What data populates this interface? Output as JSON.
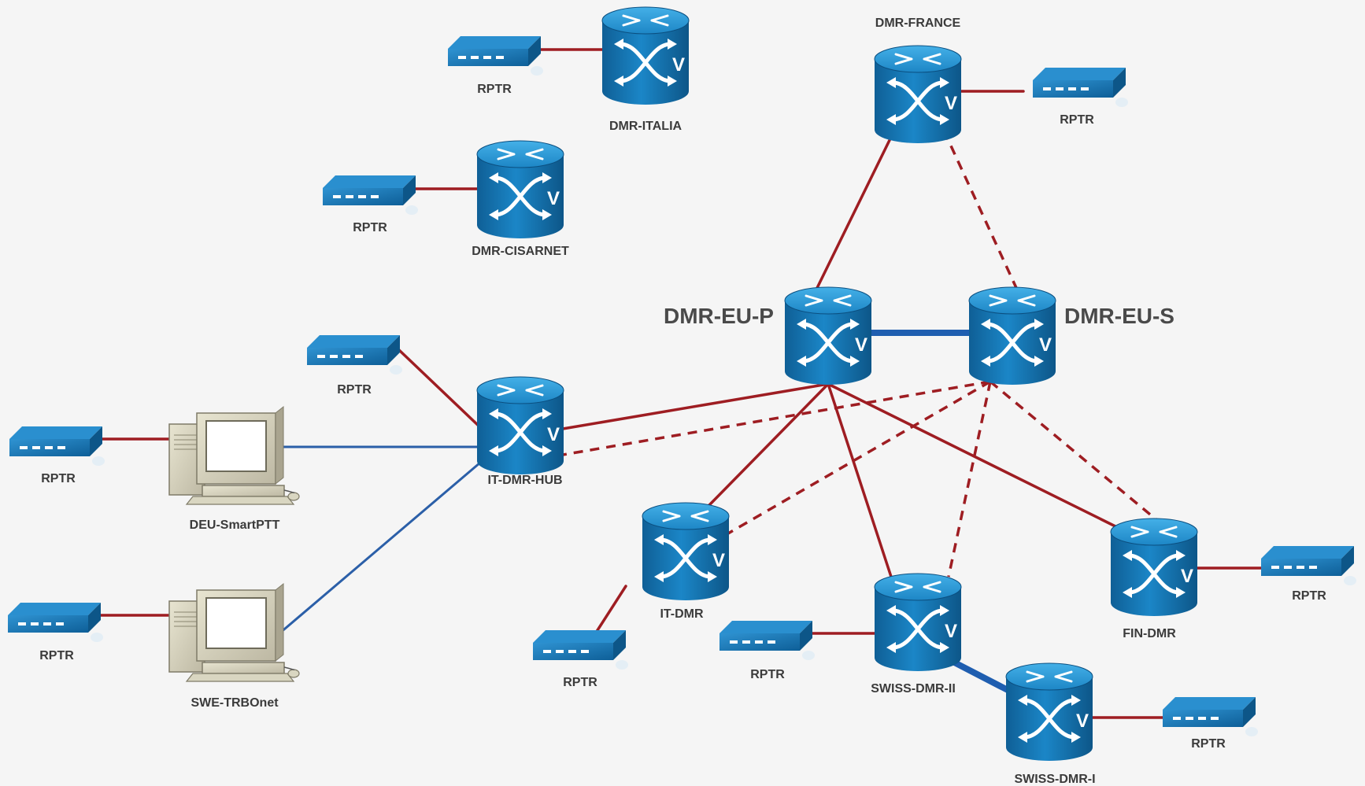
{
  "diagram": {
    "routers": {
      "dmr_italia": "DMR-ITALIA",
      "dmr_france": "DMR-FRANCE",
      "dmr_cisarnet": "DMR-CISARNET",
      "dmr_eu_p": "DMR-EU-P",
      "dmr_eu_s": "DMR-EU-S",
      "it_dmr_hub": "IT-DMR-HUB",
      "it_dmr": "IT-DMR",
      "swiss_dmr_ii": "SWISS-DMR-II",
      "swiss_dmr_i": "SWISS-DMR-I",
      "fin_dmr": "FIN-DMR"
    },
    "computers": {
      "deu_smartptt": "DEU-SmartPTT",
      "swe_trboxnet": "SWE-TRBOnet"
    },
    "repeater_label": "RPTR",
    "colors": {
      "router_blue": "#1677b8",
      "link_red": "#9e1d22",
      "link_blue": "#2b5fa8"
    },
    "icons": {
      "router": "router-icon",
      "repeater": "repeater-icon",
      "computer": "computer-icon"
    }
  }
}
